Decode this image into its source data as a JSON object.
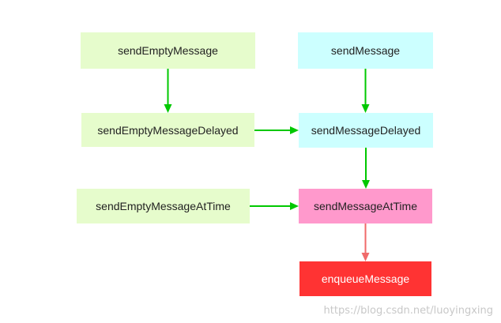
{
  "diagram": {
    "nodes": [
      {
        "id": "sendEmptyMessage",
        "label": "sendEmptyMessage",
        "fill": "#e6fccc",
        "text_color": "#222222"
      },
      {
        "id": "sendMessage",
        "label": "sendMessage",
        "fill": "#ccffff",
        "text_color": "#222222"
      },
      {
        "id": "sendEmptyMessageDelayed",
        "label": "sendEmptyMessageDelayed",
        "fill": "#e6fccc",
        "text_color": "#222222"
      },
      {
        "id": "sendMessageDelayed",
        "label": "sendMessageDelayed",
        "fill": "#ccffff",
        "text_color": "#222222"
      },
      {
        "id": "sendEmptyMessageAtTime",
        "label": "sendEmptyMessageAtTime",
        "fill": "#e6fccc",
        "text_color": "#222222"
      },
      {
        "id": "sendMessageAtTime",
        "label": "sendMessageAtTime",
        "fill": "#ff99cc",
        "text_color": "#222222"
      },
      {
        "id": "enqueueMessage",
        "label": "enqueueMessage",
        "fill": "#ff3333",
        "text_color": "#ffffff"
      }
    ],
    "edges": [
      {
        "from": "sendEmptyMessage",
        "to": "sendEmptyMessageDelayed",
        "color": "#00c800"
      },
      {
        "from": "sendMessage",
        "to": "sendMessageDelayed",
        "color": "#00c800"
      },
      {
        "from": "sendEmptyMessageDelayed",
        "to": "sendMessageDelayed",
        "color": "#00c800"
      },
      {
        "from": "sendMessageDelayed",
        "to": "sendMessageAtTime",
        "color": "#00c800"
      },
      {
        "from": "sendEmptyMessageAtTime",
        "to": "sendMessageAtTime",
        "color": "#00c800"
      },
      {
        "from": "sendMessageAtTime",
        "to": "enqueueMessage",
        "color": "#f06a6a"
      }
    ]
  },
  "watermark": "https://blog.csdn.net/luoyingxing"
}
